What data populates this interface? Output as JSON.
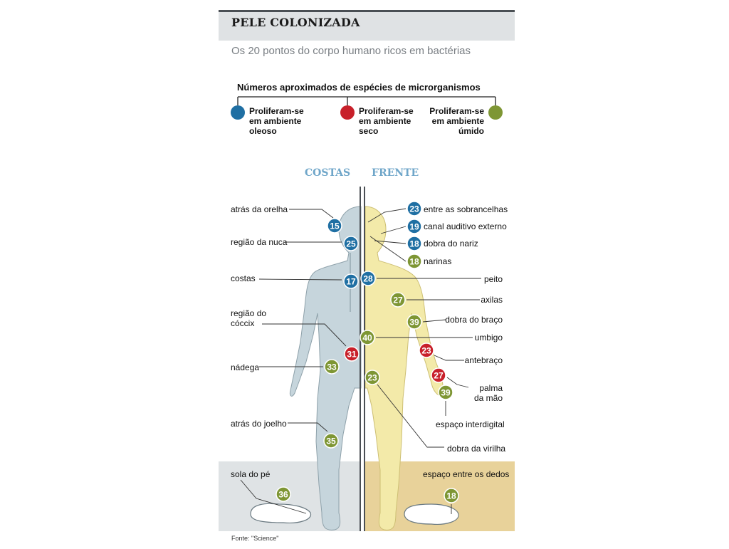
{
  "header": {
    "title": "PELE COLONIZADA",
    "subtitle": "Os 20 pontos do corpo humano ricos em bactérias"
  },
  "legend": {
    "title": "Números aproximados de espécies de microrganismos",
    "items": [
      {
        "lines": [
          "Proliferam-se",
          "em ambiente",
          "oleoso"
        ],
        "color": "#1f6fa3"
      },
      {
        "lines": [
          "Proliferam-se",
          "em ambiente",
          "seco"
        ],
        "color": "#c8202a"
      },
      {
        "lines": [
          "Proliferam-se",
          "em ambiente",
          "úmido"
        ],
        "color": "#7e9634"
      }
    ]
  },
  "sides": {
    "back": "COSTAS",
    "front": "FRENTE"
  },
  "colors": {
    "oleoso": "#1f6fa3",
    "seco": "#c8202a",
    "umido": "#7e9634",
    "back_body": "#c6d5dc",
    "front_body": "#f3eaa9",
    "floor_back": "#dfe3e5",
    "floor_front": "#e8d29a"
  },
  "back_points": [
    {
      "number": "15",
      "label": "atrás da orelha",
      "type": "oleoso"
    },
    {
      "number": "25",
      "label": "região da nuca",
      "type": "oleoso"
    },
    {
      "number": "17",
      "label": "costas",
      "type": "oleoso"
    },
    {
      "number": "31",
      "label_lines": [
        "região do",
        "cóccix"
      ],
      "type": "seco"
    },
    {
      "number": "33",
      "label": "nádega",
      "type": "umido"
    },
    {
      "number": "35",
      "label": "atrás do joelho",
      "type": "umido"
    },
    {
      "number": "36",
      "label": "sola do pé",
      "type": "umido"
    }
  ],
  "front_points": [
    {
      "number": "23",
      "label": "entre as sobrancelhas",
      "type": "oleoso"
    },
    {
      "number": "19",
      "label": "canal auditivo externo",
      "type": "oleoso"
    },
    {
      "number": "18",
      "label": "dobra do nariz",
      "type": "oleoso"
    },
    {
      "number": "18",
      "label": "narinas",
      "type": "umido"
    },
    {
      "number": "28",
      "label": "peito",
      "type": "oleoso"
    },
    {
      "number": "27",
      "label": "axilas",
      "type": "umido"
    },
    {
      "number": "39",
      "label": "dobra do braço",
      "type": "umido"
    },
    {
      "number": "40",
      "label": "umbigo",
      "type": "umido"
    },
    {
      "number": "23",
      "label": "antebraço",
      "type": "seco"
    },
    {
      "number": "27",
      "label_lines": [
        "palma",
        "da mão"
      ],
      "type": "seco"
    },
    {
      "number": "39",
      "label": "espaço interdigital",
      "type": "umido"
    },
    {
      "number": "23",
      "label": "dobra da virilha",
      "type": "umido"
    },
    {
      "number": "18",
      "label": "espaço entre os dedos",
      "type": "umido"
    }
  ],
  "source": "Fonte: \"Science\""
}
